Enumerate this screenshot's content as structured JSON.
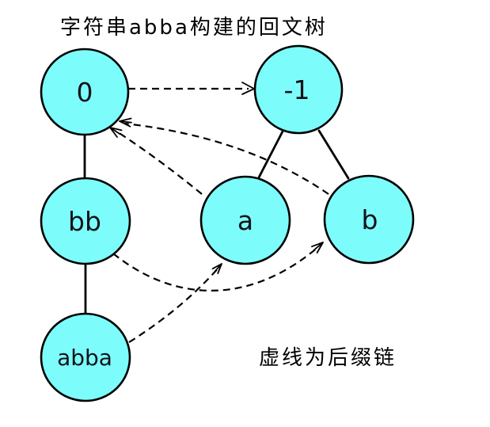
{
  "title": "字符串abba构建的回文树",
  "legend": "虚线为后缀链",
  "colors": {
    "node_fill": "#7dfcfc",
    "node_stroke": "#000000",
    "edge_color": "#000000",
    "background": "#ffffff"
  },
  "nodes": [
    {
      "id": "0",
      "label": "0"
    },
    {
      "id": "-1",
      "label": "-1"
    },
    {
      "id": "bb",
      "label": "bb"
    },
    {
      "id": "a",
      "label": "a"
    },
    {
      "id": "b",
      "label": "b"
    },
    {
      "id": "abba",
      "label": "abba"
    }
  ],
  "tree_edges": [
    {
      "from": "0",
      "to": "bb"
    },
    {
      "from": "bb",
      "to": "abba"
    },
    {
      "from": "-1",
      "to": "a"
    },
    {
      "from": "-1",
      "to": "b"
    }
  ],
  "suffix_links": [
    {
      "from": "0",
      "to": "-1"
    },
    {
      "from": "a",
      "to": "0"
    },
    {
      "from": "b",
      "to": "0"
    },
    {
      "from": "bb",
      "to": "b"
    },
    {
      "from": "abba",
      "to": "a"
    }
  ]
}
